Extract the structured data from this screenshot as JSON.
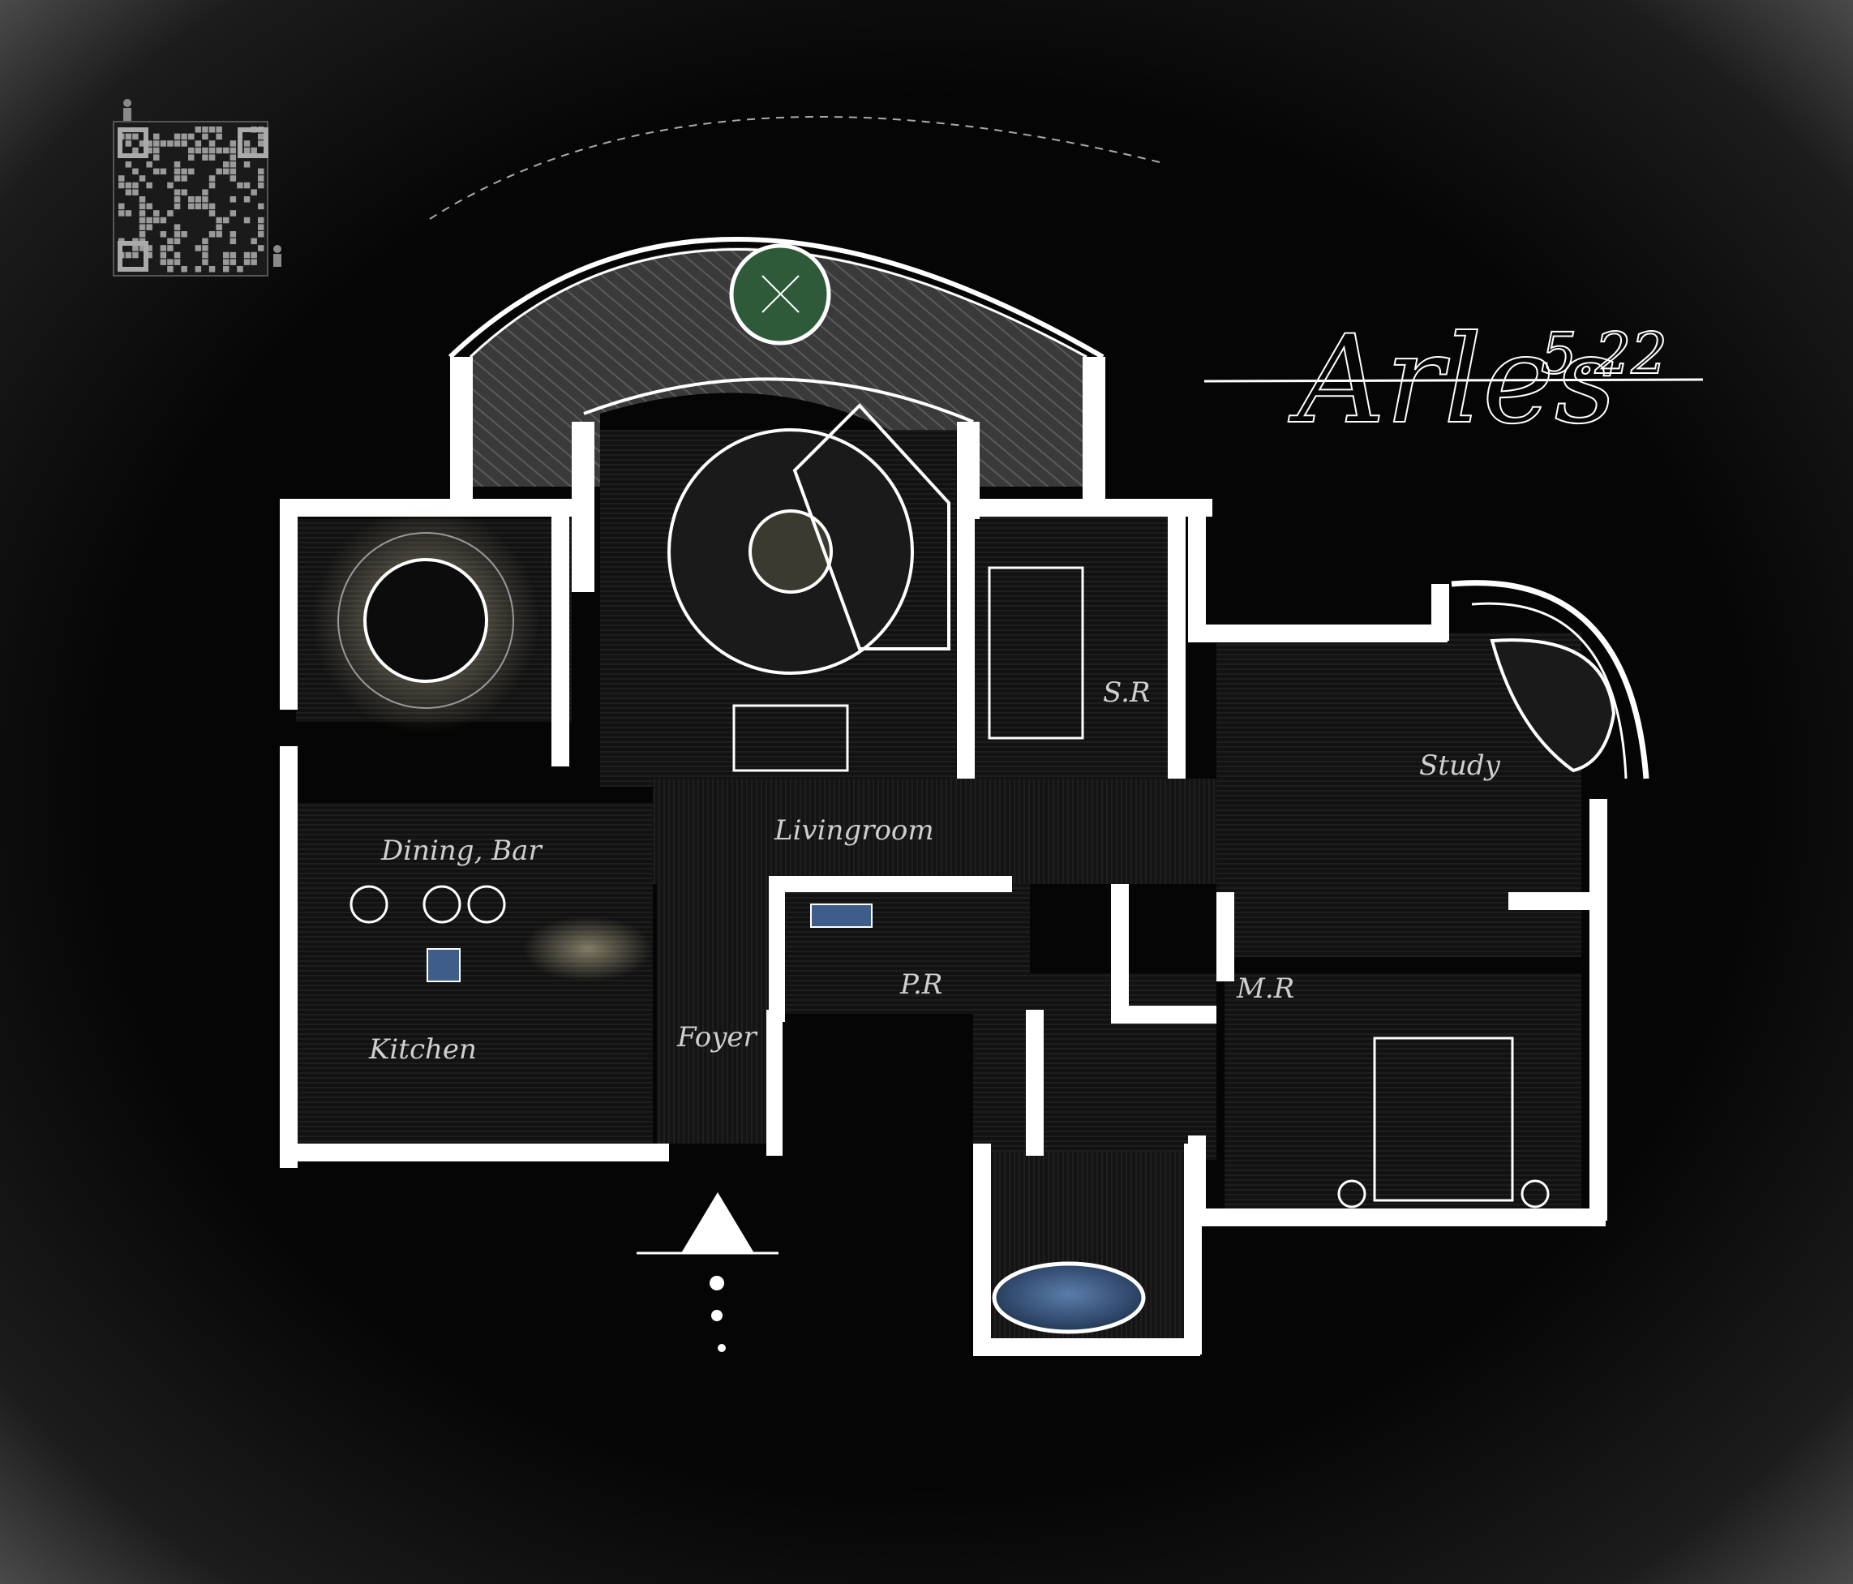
{
  "signature": {
    "name": "Arles",
    "date": "5.22"
  },
  "rooms": {
    "living": "Livingroom",
    "dining": "Dining, Bar",
    "kitchen": "Kitchen",
    "foyer": "Foyer",
    "powder": "P.R",
    "second_room": "S.R",
    "master_room": "M.R",
    "study": "Study"
  },
  "colors": {
    "background": "#050505",
    "walls": "#ffffff",
    "floor_hatch": "#2a2a2a",
    "balcony": "#3c3c3c",
    "accent_green": "#2e5a3a",
    "water_blue": "#3e5d88"
  },
  "icons": [
    "qr-code-icon",
    "north-arrow-icon",
    "human-scale-icon"
  ]
}
